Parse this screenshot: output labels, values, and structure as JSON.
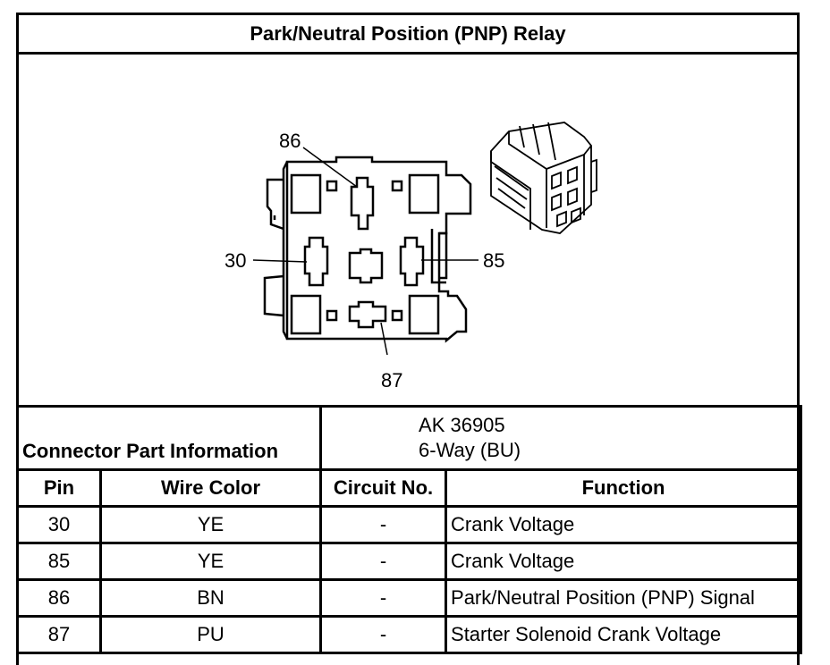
{
  "title": "Park/Neutral Position (PNP) Relay",
  "callouts": {
    "pin_86": "86",
    "pin_30": "30",
    "pin_85": "85",
    "pin_87": "87"
  },
  "connector_info": {
    "label": "Connector Part Information",
    "part_number": "AK 36905",
    "description": "6-Way (BU)"
  },
  "table": {
    "headers": {
      "pin": "Pin",
      "wire_color": "Wire Color",
      "circuit": "Circuit No.",
      "function": "Function"
    },
    "rows": [
      {
        "pin": "30",
        "wire_color": "YE",
        "circuit": "-",
        "function": "Crank Voltage"
      },
      {
        "pin": "85",
        "wire_color": "YE",
        "circuit": "-",
        "function": "Crank Voltage"
      },
      {
        "pin": "86",
        "wire_color": "BN",
        "circuit": "-",
        "function": "Park/Neutral Position (PNP) Signal"
      },
      {
        "pin": "87",
        "wire_color": "PU",
        "circuit": "-",
        "function": "Starter Solenoid Crank Voltage"
      }
    ]
  }
}
